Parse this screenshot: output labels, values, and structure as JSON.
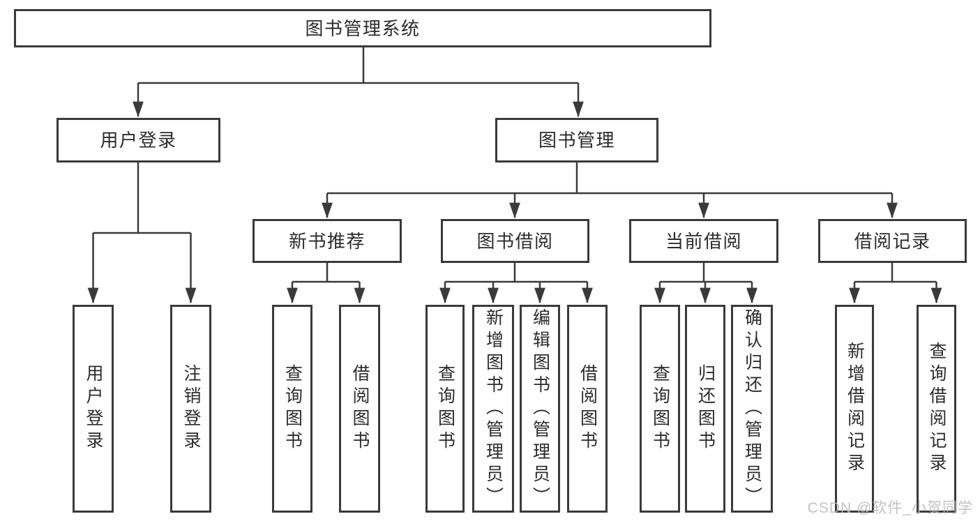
{
  "diagram": {
    "root": {
      "label": "图书管理系统"
    },
    "level2": [
      {
        "label": "用户登录"
      },
      {
        "label": "图书管理"
      }
    ],
    "level3": [
      {
        "label": "新书推荐",
        "parent": "图书管理"
      },
      {
        "label": "图书借阅",
        "parent": "图书管理"
      },
      {
        "label": "当前借阅",
        "parent": "图书管理"
      },
      {
        "label": "借阅记录",
        "parent": "图书管理"
      }
    ],
    "leaves": [
      {
        "label": "用户登录",
        "parent": "用户登录"
      },
      {
        "label": "注销登录",
        "parent": "用户登录"
      },
      {
        "label": "查询图书",
        "parent": "新书推荐"
      },
      {
        "label": "借阅图书",
        "parent": "新书推荐"
      },
      {
        "label": "查询图书",
        "parent": "图书借阅"
      },
      {
        "label": "新增图书（管理员）",
        "parent": "图书借阅"
      },
      {
        "label": "编辑图书（管理员）",
        "parent": "图书借阅"
      },
      {
        "label": "借阅图书",
        "parent": "图书借阅"
      },
      {
        "label": "查询图书",
        "parent": "当前借阅"
      },
      {
        "label": "归还图书",
        "parent": "当前借阅"
      },
      {
        "label": "确认归还（管理员）",
        "parent": "当前借阅"
      },
      {
        "label": "新增借阅记录",
        "parent": "借阅记录"
      },
      {
        "label": "查询借阅记录",
        "parent": "借阅记录"
      }
    ]
  },
  "watermark": {
    "text": "CSDN @软件_小贺同学"
  },
  "colors": {
    "line": "#3a3a3a",
    "text": "#2b2b2b",
    "box_background": "#ffffff",
    "page_background": "#ffffff",
    "watermark": "#bcbcbc"
  }
}
